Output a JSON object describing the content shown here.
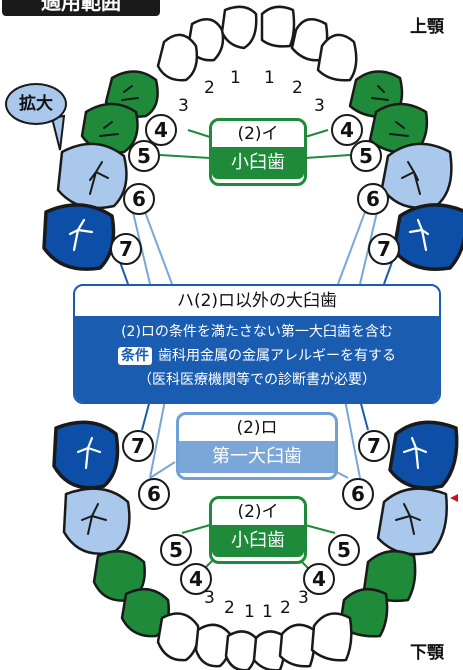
{
  "header": {
    "scope_label": "適用範囲",
    "upper_jaw": "上顎",
    "lower_jaw": "下顎"
  },
  "callout": {
    "enlarge": "拡大"
  },
  "groups": {
    "premolar": {
      "code": "(2)イ",
      "name": "小臼歯"
    },
    "first_molar": {
      "code": "(2)ロ",
      "name": "第一大臼歯"
    },
    "other_molar": {
      "title": "ハ(2)ロ以外の大臼歯",
      "line1": "(2)ロの条件を満たさない第一大臼歯を含む",
      "condition_badge": "条件",
      "line2": "歯科用金属の金属アレルギーを有する",
      "line3": "（医科医療機関等での診断書が必要）"
    }
  },
  "tooth_numbers": {
    "n1": "1",
    "n2": "2",
    "n3": "3",
    "n4": "4",
    "n5": "5",
    "n6": "6",
    "n7": "7"
  },
  "colors": {
    "incisor": "#ffffff",
    "premolar": "#1e8a3a",
    "first_molar": "#a9c8ec",
    "other_molar": "#0d4ea6",
    "outline": "#1a1a1a",
    "marker": "#d0102a"
  }
}
